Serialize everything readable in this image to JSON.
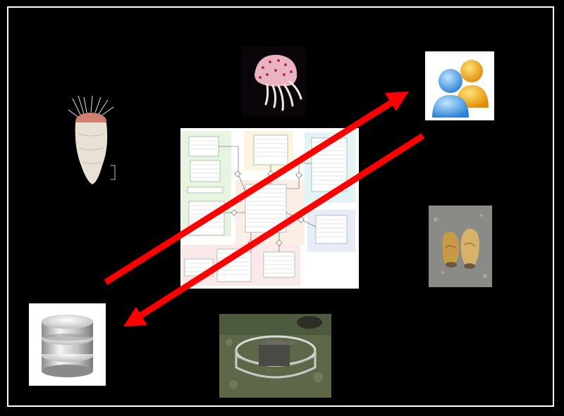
{
  "colors": {
    "background": "#000000",
    "frame_border": "#ffffff",
    "arrow": "#ff0000"
  },
  "nodes": [
    {
      "id": "polychaete-worm",
      "icon": "worm-specimen-photo"
    },
    {
      "id": "jellyfish",
      "icon": "jellyfish-photo"
    },
    {
      "id": "users",
      "icon": "users-icon"
    },
    {
      "id": "snails",
      "icon": "snail-photo"
    },
    {
      "id": "sediment-sieve",
      "icon": "sieve-field-photo"
    },
    {
      "id": "database",
      "icon": "database-icon"
    },
    {
      "id": "schema",
      "icon": "database-schema-diagram"
    }
  ]
}
